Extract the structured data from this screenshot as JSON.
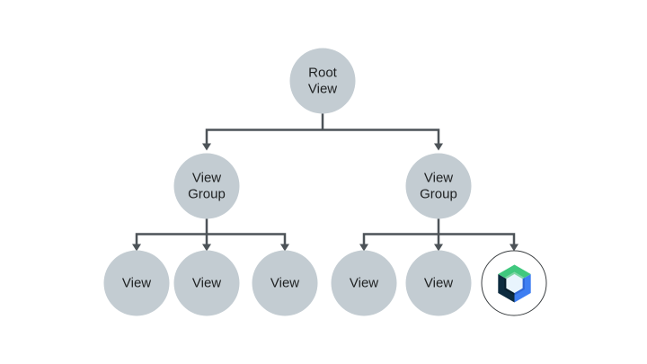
{
  "diagram": {
    "type": "tree-hierarchy",
    "nodes": {
      "root": {
        "line1": "Root",
        "line2": "View"
      },
      "left_group": {
        "line1": "View",
        "line2": "Group"
      },
      "right_group": {
        "line1": "View",
        "line2": "Group"
      },
      "left_children": [
        {
          "label": "View"
        },
        {
          "label": "View"
        },
        {
          "label": "View"
        }
      ],
      "right_children": [
        {
          "label": "View"
        },
        {
          "label": "View"
        }
      ],
      "compose": {
        "icon": "jetpack-compose-logo"
      }
    }
  },
  "colors": {
    "background": "#ffffff",
    "node_fill": "#c3ccd2",
    "connector": "#4d5358",
    "text": "#1e2021",
    "logo_ring": "#3c4043",
    "logo_green": "#40c87e",
    "logo_blue": "#3d7ef2",
    "logo_navy": "#0c2b3f",
    "logo_green_rim": "#7ed6a5",
    "logo_blue_rim": "#2e66d6",
    "logo_navy_rim": "#071f2e",
    "logo_inner": "#e8f4fd"
  }
}
